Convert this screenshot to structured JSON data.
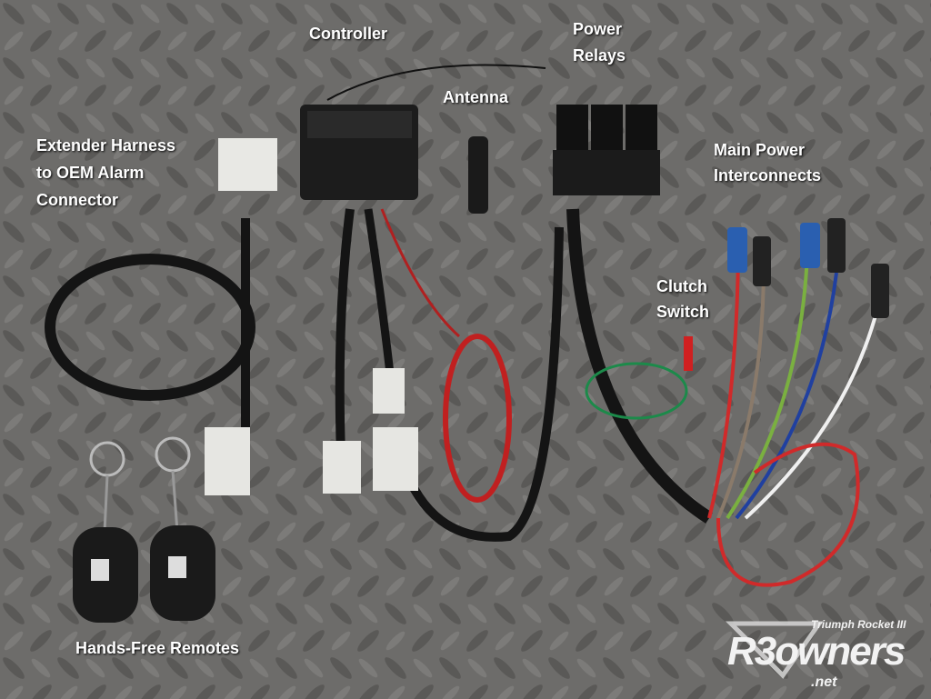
{
  "labels": {
    "controller": "Controller",
    "power_relays": [
      "Power",
      "Relays"
    ],
    "antenna": "Antenna",
    "extender_harness": [
      "Extender Harness",
      "to OEM Alarm",
      "Connector"
    ],
    "main_power": [
      "Main Power",
      "Interconnects"
    ],
    "clutch_switch": [
      "Clutch",
      "Switch"
    ],
    "remotes": "Hands-Free Remotes"
  },
  "watermark": {
    "brand": "R3owners",
    "tagline": "Triumph Rocket III",
    "domain": ".net"
  }
}
